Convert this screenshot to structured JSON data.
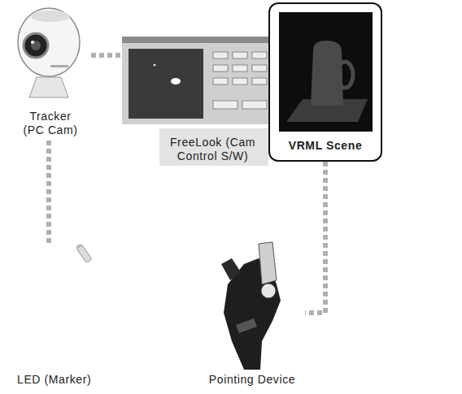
{
  "diagram": {
    "nodes": [
      {
        "text": [
          "Tracker (PC Cam)"
        ]
      },
      {
        "text": [
          "FreeLook (Cam Control S/W)"
        ]
      },
      {
        "text": [
          "VRML Scene"
        ]
      },
      {
        "text": [
          "LED (Marker)"
        ]
      },
      {
        "text": [
          "Pointing Device"
        ]
      }
    ],
    "edges": [
      {
        "from": 0,
        "to": 1,
        "arrow": "none"
      },
      {
        "from": 0,
        "to": 3,
        "arrow": "none"
      },
      {
        "from": 2,
        "to": 4,
        "arrow": "none"
      }
    ]
  }
}
